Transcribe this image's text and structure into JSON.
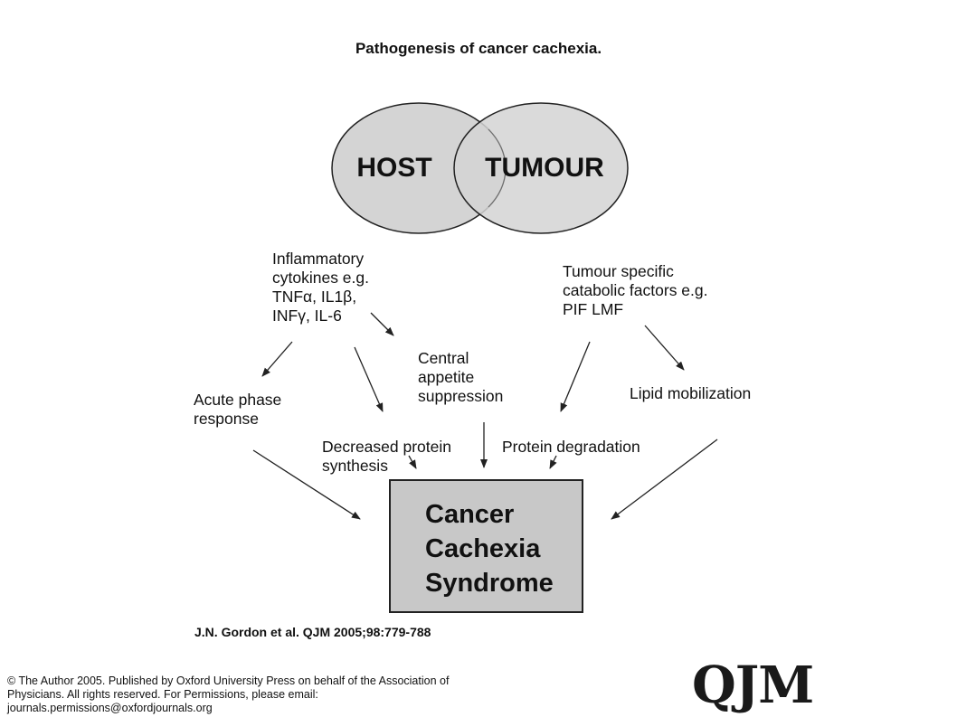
{
  "title": "Pathogenesis of cancer cachexia.",
  "ellipses": {
    "host": "HOST",
    "tumour": "TUMOUR"
  },
  "labels": {
    "inflammatory": "Inflammatory\ncytokines e.g.\nTNFα, IL1β,\nINFγ, IL-6",
    "tumour_factors": "Tumour specific\ncatabolic factors e.g.\nPIF LMF",
    "central_appetite": "Central\nappetite\nsuppression",
    "acute_phase": "Acute phase\nresponse",
    "lipid": "Lipid mobilization",
    "decreased_protein": "Decreased protein\nsynthesis",
    "protein_degradation": "Protein degradation"
  },
  "result_box": "Cancer\nCachexia\nSyndrome",
  "citation": "J.N. Gordon et al. QJM 2005;98:779-788",
  "copyright": "© The Author 2005. Published by Oxford University Press on behalf of the Association of\n   Physicians. All rights reserved. For Permissions, please email:\n   journals.permissions@oxfordjournals.org",
  "logo": "QJM",
  "colors": {
    "ellipse_fill": "#d4d4d4",
    "box_fill": "#c8c8c8"
  }
}
